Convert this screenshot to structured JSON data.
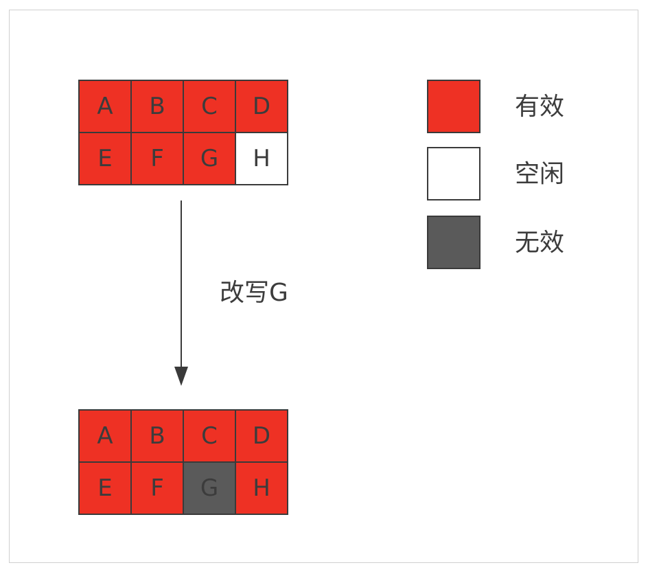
{
  "colors": {
    "valid": "#ee3124",
    "free": "#ffffff",
    "invalid": "#5a5a5a"
  },
  "top_grid": [
    {
      "label": "A",
      "state": "valid"
    },
    {
      "label": "B",
      "state": "valid"
    },
    {
      "label": "C",
      "state": "valid"
    },
    {
      "label": "D",
      "state": "valid"
    },
    {
      "label": "E",
      "state": "valid"
    },
    {
      "label": "F",
      "state": "valid"
    },
    {
      "label": "G",
      "state": "valid"
    },
    {
      "label": "H",
      "state": "free"
    }
  ],
  "bottom_grid": [
    {
      "label": "A",
      "state": "valid"
    },
    {
      "label": "B",
      "state": "valid"
    },
    {
      "label": "C",
      "state": "valid"
    },
    {
      "label": "D",
      "state": "valid"
    },
    {
      "label": "E",
      "state": "valid"
    },
    {
      "label": "F",
      "state": "valid"
    },
    {
      "label": "G",
      "state": "invalid"
    },
    {
      "label": "H",
      "state": "valid"
    }
  ],
  "operation_label": "改写G",
  "legend": [
    {
      "label": "有效",
      "state": "valid"
    },
    {
      "label": "空闲",
      "state": "free"
    },
    {
      "label": "无效",
      "state": "invalid"
    }
  ]
}
